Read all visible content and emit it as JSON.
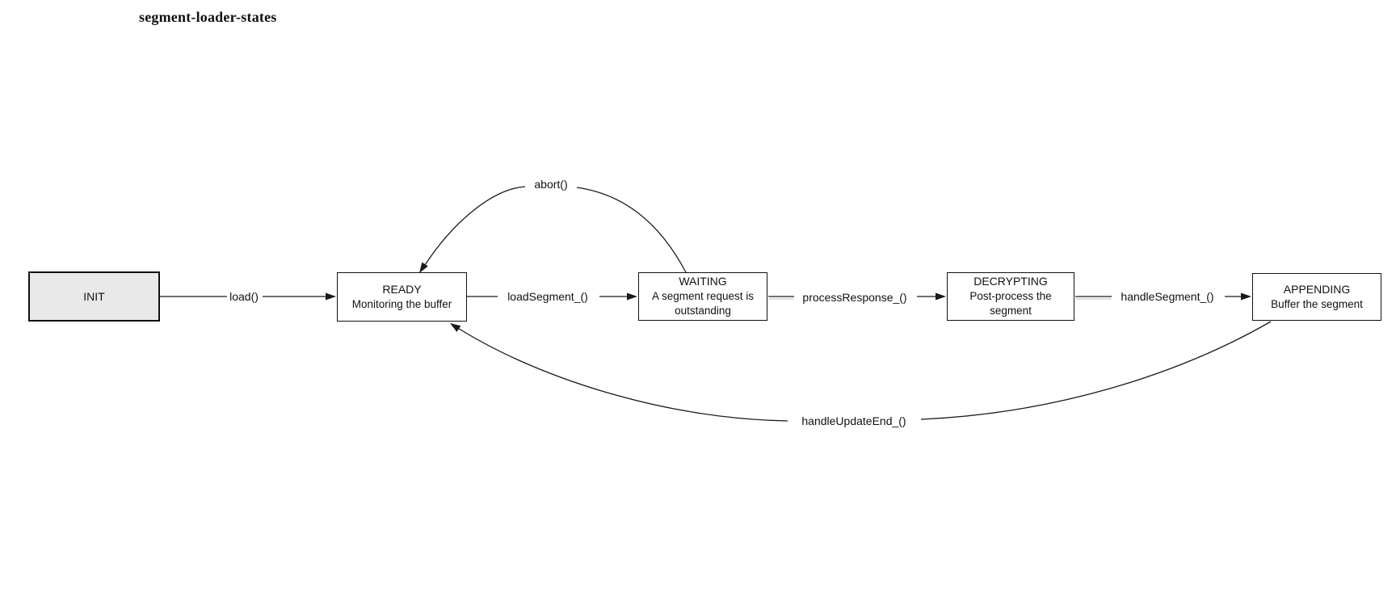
{
  "title": "segment-loader-states",
  "diagram": {
    "type": "state-machine",
    "states": [
      {
        "id": "init",
        "name": "INIT",
        "desc": ""
      },
      {
        "id": "ready",
        "name": "READY",
        "desc": "Monitoring the buffer"
      },
      {
        "id": "waiting",
        "name": "WAITING",
        "desc": "A segment request is outstanding"
      },
      {
        "id": "decrypting",
        "name": "DECRYPTING",
        "desc": "Post-process the segment"
      },
      {
        "id": "appending",
        "name": "APPENDING",
        "desc": "Buffer the segment"
      }
    ],
    "transitions": [
      {
        "from": "INIT",
        "to": "READY",
        "label": "load()"
      },
      {
        "from": "READY",
        "to": "WAITING",
        "label": "loadSegment_()"
      },
      {
        "from": "WAITING",
        "to": "DECRYPTING",
        "label": "processResponse_()"
      },
      {
        "from": "DECRYPTING",
        "to": "APPENDING",
        "label": "handleSegment_()"
      },
      {
        "from": "WAITING",
        "to": "READY",
        "label": "abort()"
      },
      {
        "from": "APPENDING",
        "to": "READY",
        "label": "handleUpdateEnd_()"
      }
    ],
    "colors": {
      "line": "#1a1a1a",
      "box_border": "#111111",
      "box_fill": "#ffffff",
      "init_fill": "#e9e9e9",
      "line_shadow": "#cccccc"
    }
  }
}
